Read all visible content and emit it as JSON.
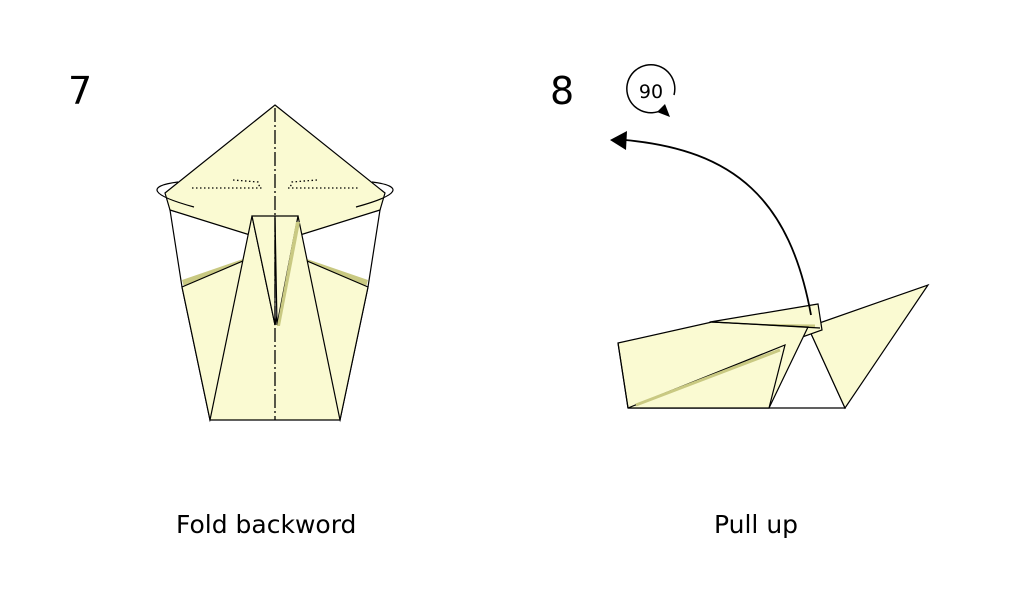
{
  "steps": [
    {
      "number": "7",
      "caption": "Fold backword"
    },
    {
      "number": "8",
      "caption": "Pull up",
      "rotation_label": "90"
    }
  ],
  "colors": {
    "paper": "#fafad2",
    "paper_shade": "#c9c982",
    "line": "#000000"
  }
}
